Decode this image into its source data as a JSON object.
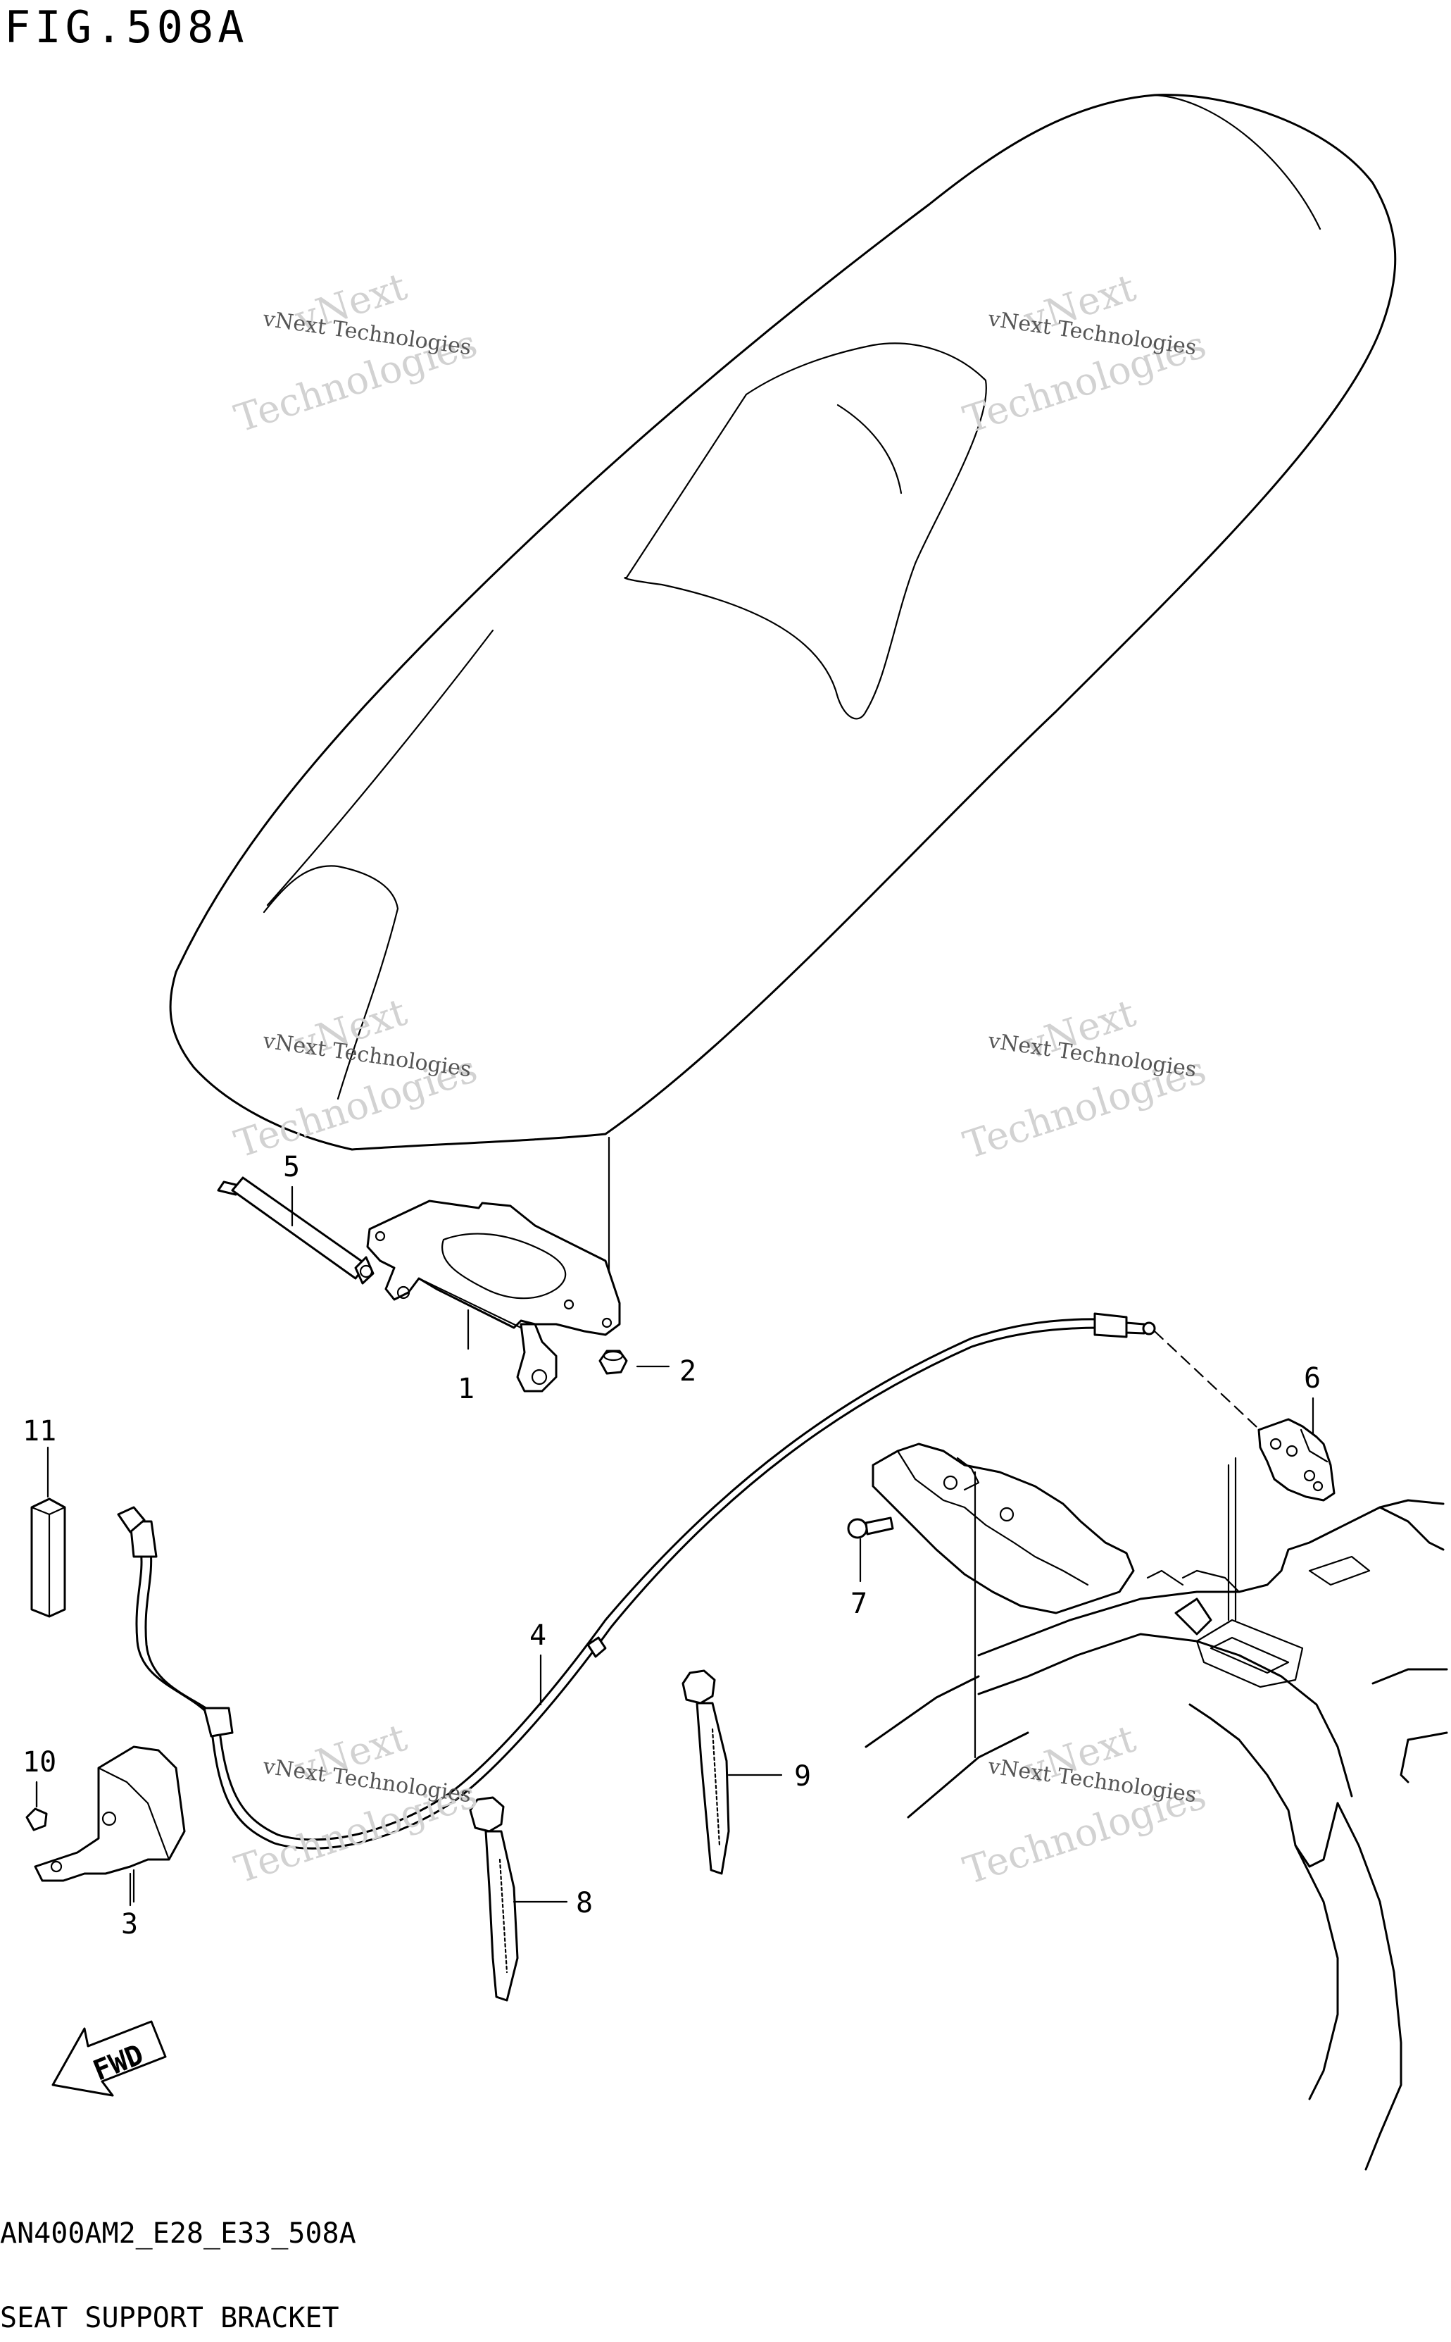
{
  "figure": {
    "title": "FIG.508A",
    "model_code": "AN400AM2_E28_E33_508A",
    "part_name": "SEAT SUPPORT BRACKET"
  },
  "callouts": [
    "1",
    "2",
    "3",
    "4",
    "5",
    "6",
    "7",
    "8",
    "9",
    "10",
    "11"
  ],
  "fwd_label": "FWD",
  "watermarks": {
    "small": "vNext Technologies",
    "big_line1": "vNext",
    "big_line2": "Technologies"
  }
}
